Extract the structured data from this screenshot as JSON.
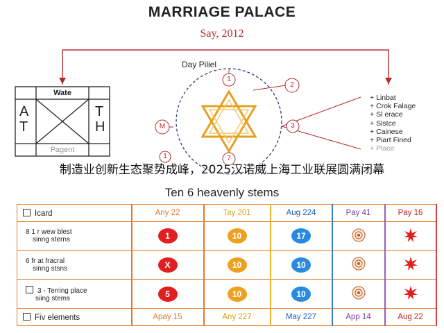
{
  "title": "MARRIAGE PALACE",
  "subtitle": "Say, 2012",
  "day_pillar": "Day Piliel",
  "left_grid": {
    "top_label": "Wate",
    "bottom_label": "Pagent",
    "left_letters": [
      "A",
      "T"
    ],
    "right_letters": [
      "T",
      "H"
    ]
  },
  "circle_labels": [
    "1",
    "2",
    "3",
    "M",
    "7",
    "1"
  ],
  "right_list": [
    "Linbat",
    "Crok Falage",
    "Sl erace",
    "Sistce",
    "Cainese",
    "Piart Fined",
    "Place"
  ],
  "overlay_caption": "制造业创新生态聚势成峰，2025汉诺威上海工业联展圆满闭幕",
  "section_title": "Ten 6 heavenly stems",
  "table": {
    "header": {
      "label": "Icard",
      "cols": [
        "Any 22",
        "Tay 201",
        "Aug 224",
        "Pay 41",
        "Pay 16"
      ]
    },
    "rows": [
      {
        "label": [
          "8 1 r wew blest",
          "sinng sterns"
        ],
        "checkbox": false,
        "cells": [
          "1",
          "10",
          "17"
        ]
      },
      {
        "label": [
          "6 fr at fracral",
          "sinng stsns"
        ],
        "checkbox": false,
        "cells": [
          "X",
          "10",
          "10"
        ]
      },
      {
        "label": [
          "3 - Terring place",
          "siing stems"
        ],
        "checkbox": true,
        "cells": [
          "5",
          "10",
          "10"
        ]
      }
    ],
    "footer": {
      "label": "Fiv elements",
      "cols": [
        "Apay 15",
        "Any 227",
        "May 227",
        "App 14",
        "Aug 22"
      ]
    }
  },
  "colors": {
    "accent_red": "#b52a2a",
    "star_gold": "#e6a020",
    "table_orange": "#e07a2a",
    "table_yellow": "#e9b330",
    "table_blue": "#3b7fd0",
    "table_purple": "#9a5ac0",
    "table_red": "#d04040"
  }
}
